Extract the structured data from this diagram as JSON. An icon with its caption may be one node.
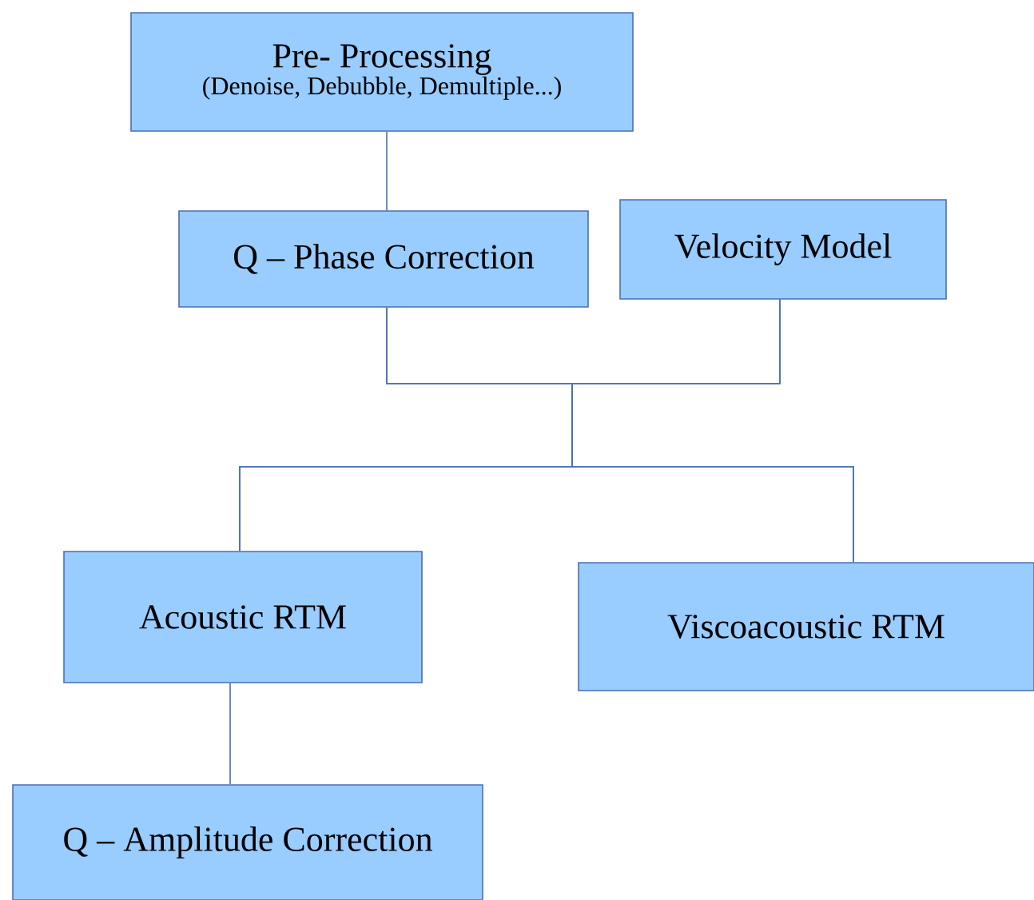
{
  "diagram": {
    "nodes": [
      {
        "text": [
          "Pre- Processing",
          "(Denoise, Debubble, Demultiple...)"
        ]
      },
      {
        "text": [
          "Q – Phase Correction"
        ]
      },
      {
        "text": [
          "Velocity Model"
        ]
      },
      {
        "text": [
          "Acoustic RTM"
        ]
      },
      {
        "text": [
          "Viscoacoustic RTM"
        ]
      },
      {
        "text": [
          "Q – Amplitude Correction"
        ]
      }
    ],
    "edges": [
      {
        "from": 0,
        "to": 1,
        "arrow": "none"
      },
      {
        "from": 1,
        "to": 3,
        "arrow": "none"
      },
      {
        "from": 1,
        "to": 4,
        "arrow": "none"
      },
      {
        "from": 2,
        "to": 3,
        "arrow": "none"
      },
      {
        "from": 2,
        "to": 4,
        "arrow": "none"
      },
      {
        "from": 3,
        "to": 5,
        "arrow": "none"
      }
    ]
  }
}
